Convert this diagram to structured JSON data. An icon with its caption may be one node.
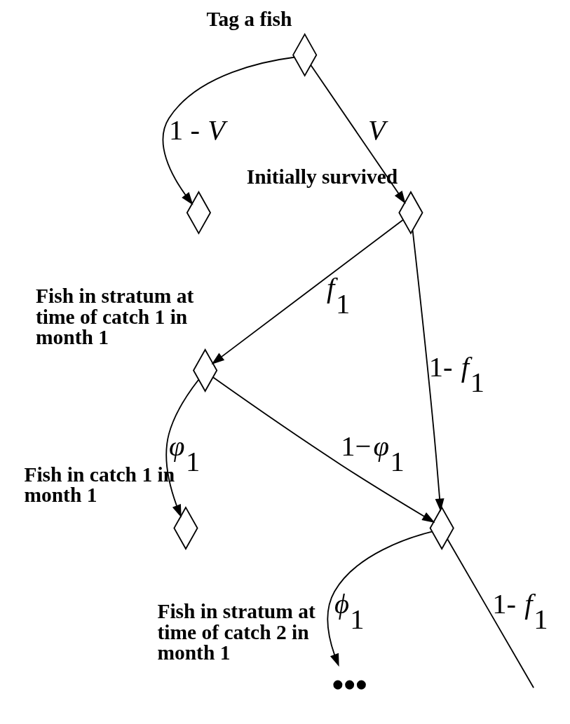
{
  "diagram": {
    "nodes": [
      {
        "text": [],
        "shape": "diamond",
        "beside": [
          "Tag a fish"
        ]
      },
      {
        "text": [],
        "shape": "diamond"
      },
      {
        "text": [],
        "shape": "diamond",
        "beside": [
          "Initially survived"
        ]
      },
      {
        "text": [],
        "shape": "diamond",
        "beside": [
          "Fish in stratum at time of catch 1 in month 1"
        ]
      },
      {
        "text": [],
        "shape": "diamond",
        "beside": [
          "Fish in catch 1 in month 1"
        ]
      },
      {
        "text": [],
        "shape": "diamond"
      },
      {
        "text": [
          "•••"
        ],
        "beside": [
          "Fish in stratum at time of catch 2 in month 1"
        ]
      }
    ],
    "edges": [
      {
        "from": 0,
        "to": 1,
        "arrow": "to",
        "label": "1 - *V*"
      },
      {
        "from": 0,
        "to": 2,
        "arrow": "to",
        "label": "*V*"
      },
      {
        "from": 2,
        "to": 3,
        "arrow": "to",
        "label": "*f*$_{1}$"
      },
      {
        "from": 2,
        "to": 5,
        "arrow": "to",
        "label": "1- *f*$_{1}$"
      },
      {
        "from": 3,
        "to": 4,
        "arrow": "to",
        "label": "*φ*$_{1}$"
      },
      {
        "from": 3,
        "to": 5,
        "arrow": "to",
        "label": "1−*φ*$_{1}$"
      },
      {
        "from": 5,
        "to": 6,
        "arrow": "to",
        "label": "*ϕ*$_{1}$"
      },
      {
        "from": 5,
        "to": null,
        "arrow": "none",
        "label": "1- *f*$_{1}$"
      }
    ]
  }
}
